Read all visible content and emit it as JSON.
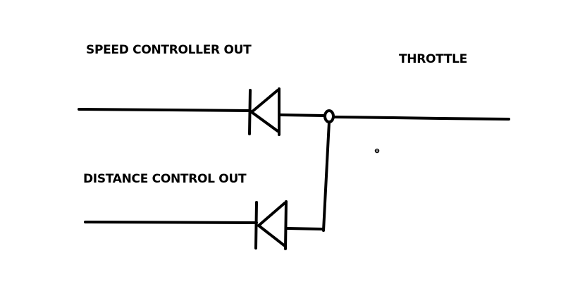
{
  "diagram": {
    "type": "diode-or-circuit",
    "labels": {
      "speed_controller": "SPEED CONTROLLER OUT",
      "distance_control": "DISTANCE CONTROL OUT",
      "throttle": "THROTTLE"
    },
    "components": [
      {
        "id": "diode-1",
        "kind": "diode",
        "from": "speed_controller",
        "to": "junction",
        "orientation": "cathode-left"
      },
      {
        "id": "diode-2",
        "kind": "diode",
        "from": "distance_control",
        "to": "junction",
        "orientation": "cathode-left"
      },
      {
        "id": "junction",
        "kind": "junction-node"
      }
    ],
    "connections": [
      [
        "speed_controller",
        "diode-1"
      ],
      [
        "diode-1",
        "junction"
      ],
      [
        "distance_control",
        "diode-2"
      ],
      [
        "diode-2",
        "junction"
      ],
      [
        "junction",
        "throttle"
      ]
    ],
    "stroke_color": "#000000",
    "background_color": "#ffffff"
  }
}
